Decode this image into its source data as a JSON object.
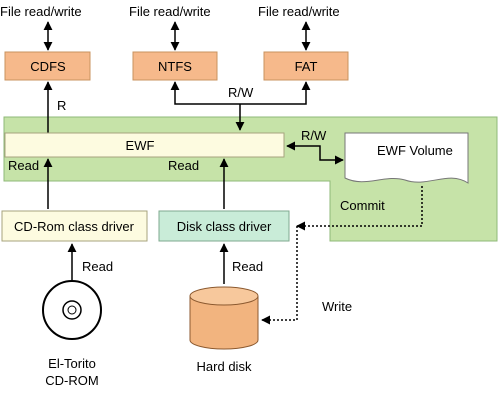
{
  "labels": {
    "file_rw_1": "File read/write",
    "file_rw_2": "File read/write",
    "file_rw_3": "File read/write",
    "cdfs": "CDFS",
    "ntfs": "NTFS",
    "fat": "FAT",
    "r": "R",
    "rw_top": "R/W",
    "rw_volume": "R/W",
    "ewf": "EWF",
    "ewf_volume": "EWF Volume",
    "read_left": "Read",
    "read_middle": "Read",
    "commit": "Commit",
    "cdrom_driver": "CD-Rom class driver",
    "disk_driver": "Disk class driver",
    "read_cd": "Read",
    "read_disk": "Read",
    "write": "Write",
    "cdrom_line1": "El-Torito",
    "cdrom_line2": "CD-ROM",
    "hard_disk": "Hard disk"
  },
  "colors": {
    "fs_box": "#f6b98b",
    "ewf_region": "#c6e3a8",
    "ewf_box": "#fdfbe0",
    "cd_driver_box": "#fdfbe0",
    "disk_driver_box": "#c9ecd8",
    "disk_fill": "#f2b47f"
  }
}
